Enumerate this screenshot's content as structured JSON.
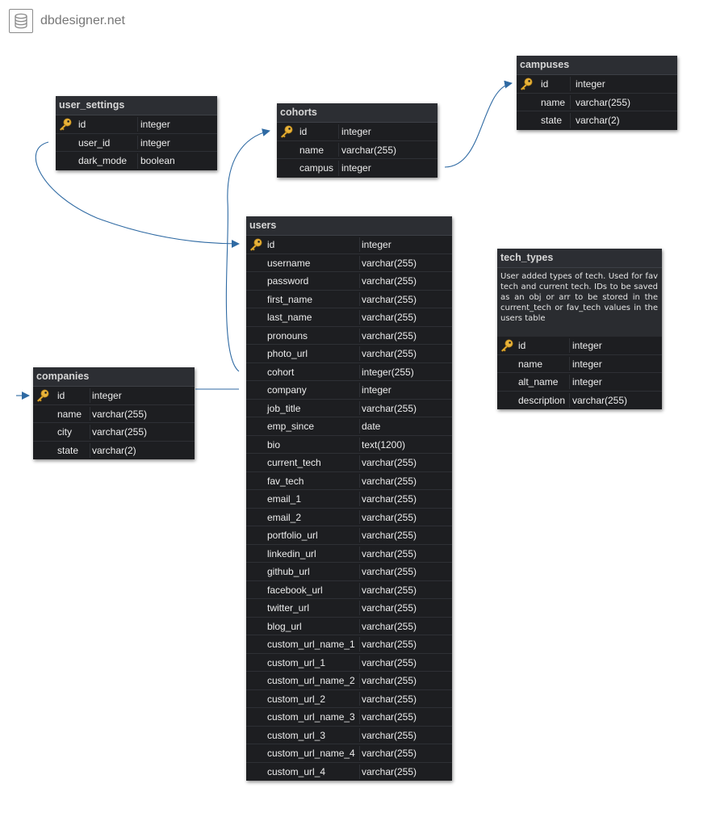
{
  "brand": {
    "name": "dbdesigner.net",
    "icon": "database-icon"
  },
  "colors": {
    "connector": "#2f6aa3",
    "table_bg": "#1d1e21",
    "header_bg": "#2c2e33",
    "key": "#e8b33a"
  },
  "tables": {
    "user_settings": {
      "title": "user_settings",
      "rows": [
        {
          "name": "id",
          "type": "integer",
          "pk": true
        },
        {
          "name": "user_id",
          "type": "integer"
        },
        {
          "name": "dark_mode",
          "type": "boolean"
        }
      ]
    },
    "cohorts": {
      "title": "cohorts",
      "rows": [
        {
          "name": "id",
          "type": "integer",
          "pk": true
        },
        {
          "name": "name",
          "type": "varchar(255)"
        },
        {
          "name": "campus",
          "type": "integer"
        }
      ]
    },
    "campuses": {
      "title": "campuses",
      "rows": [
        {
          "name": "id",
          "type": "integer",
          "pk": true
        },
        {
          "name": "name",
          "type": "varchar(255)"
        },
        {
          "name": "state",
          "type": "varchar(2)"
        }
      ]
    },
    "users": {
      "title": "users",
      "rows": [
        {
          "name": "id",
          "type": "integer",
          "pk": true
        },
        {
          "name": "username",
          "type": "varchar(255)"
        },
        {
          "name": "password",
          "type": "varchar(255)"
        },
        {
          "name": "first_name",
          "type": "varchar(255)"
        },
        {
          "name": "last_name",
          "type": "varchar(255)"
        },
        {
          "name": "pronouns",
          "type": "varchar(255)"
        },
        {
          "name": "photo_url",
          "type": "varchar(255)"
        },
        {
          "name": "cohort",
          "type": "integer(255)"
        },
        {
          "name": "company",
          "type": "integer"
        },
        {
          "name": "job_title",
          "type": "varchar(255)"
        },
        {
          "name": "emp_since",
          "type": "date"
        },
        {
          "name": "bio",
          "type": "text(1200)"
        },
        {
          "name": "current_tech",
          "type": "varchar(255)"
        },
        {
          "name": "fav_tech",
          "type": "varchar(255)"
        },
        {
          "name": "email_1",
          "type": "varchar(255)"
        },
        {
          "name": "email_2",
          "type": "varchar(255)"
        },
        {
          "name": "portfolio_url",
          "type": "varchar(255)"
        },
        {
          "name": "linkedin_url",
          "type": "varchar(255)"
        },
        {
          "name": "github_url",
          "type": "varchar(255)"
        },
        {
          "name": "facebook_url",
          "type": "varchar(255)"
        },
        {
          "name": "twitter_url",
          "type": "varchar(255)"
        },
        {
          "name": "blog_url",
          "type": "varchar(255)"
        },
        {
          "name": "custom_url_name_1",
          "type": "varchar(255)"
        },
        {
          "name": "custom_url_1",
          "type": "varchar(255)"
        },
        {
          "name": "custom_url_name_2",
          "type": "varchar(255)"
        },
        {
          "name": "custom_url_2",
          "type": "varchar(255)"
        },
        {
          "name": "custom_url_name_3",
          "type": "varchar(255)"
        },
        {
          "name": "custom_url_3",
          "type": "varchar(255)"
        },
        {
          "name": "custom_url_name_4",
          "type": "varchar(255)"
        },
        {
          "name": "custom_url_4",
          "type": "varchar(255)"
        }
      ]
    },
    "companies": {
      "title": "companies",
      "rows": [
        {
          "name": "id",
          "type": "integer",
          "pk": true
        },
        {
          "name": "name",
          "type": "varchar(255)"
        },
        {
          "name": "city",
          "type": "varchar(255)"
        },
        {
          "name": "state",
          "type": "varchar(2)"
        }
      ]
    },
    "tech_types": {
      "title": "tech_types",
      "description": "User added types of tech. Used for fav tech and current tech. IDs to be saved as an obj or arr to be stored in the current_tech or fav_tech values in the users table",
      "rows": [
        {
          "name": "id",
          "type": "integer",
          "pk": true
        },
        {
          "name": "name",
          "type": "integer"
        },
        {
          "name": "alt_name",
          "type": "integer"
        },
        {
          "name": "description",
          "type": "varchar(255)"
        }
      ]
    }
  }
}
